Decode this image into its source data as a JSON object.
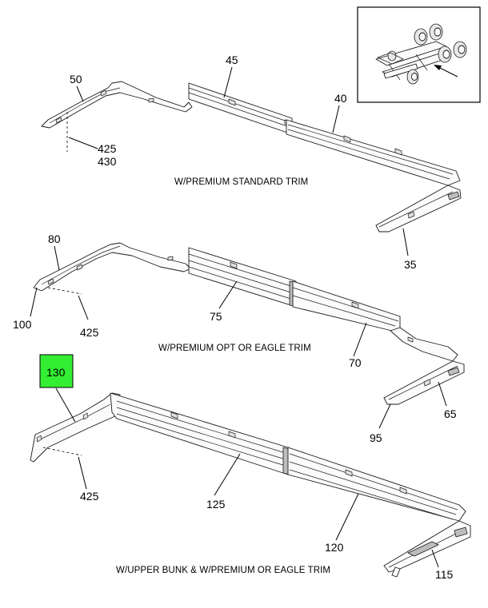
{
  "inset": {
    "arrow": "direction-arrow"
  },
  "sections": [
    {
      "caption": "W/PREMIUM STANDARD TRIM",
      "callouts": {
        "p50": "50",
        "p45": "45",
        "p40": "40",
        "p425": "425",
        "p430": "430",
        "p35": "35"
      }
    },
    {
      "caption": "W/PREMIUM OPT OR EAGLE TRIM",
      "callouts": {
        "p80": "80",
        "p100": "100",
        "p425": "425",
        "p75": "75",
        "p70": "70",
        "p65": "65",
        "p95": "95"
      }
    },
    {
      "caption": "W/UPPER BUNK & W/PREMIUM OR EAGLE TRIM",
      "callouts": {
        "p130": "130",
        "p425": "425",
        "p125": "125",
        "p120": "120",
        "p115": "115"
      }
    }
  ],
  "highlight": {
    "label": "130",
    "color": "#33ee33"
  }
}
